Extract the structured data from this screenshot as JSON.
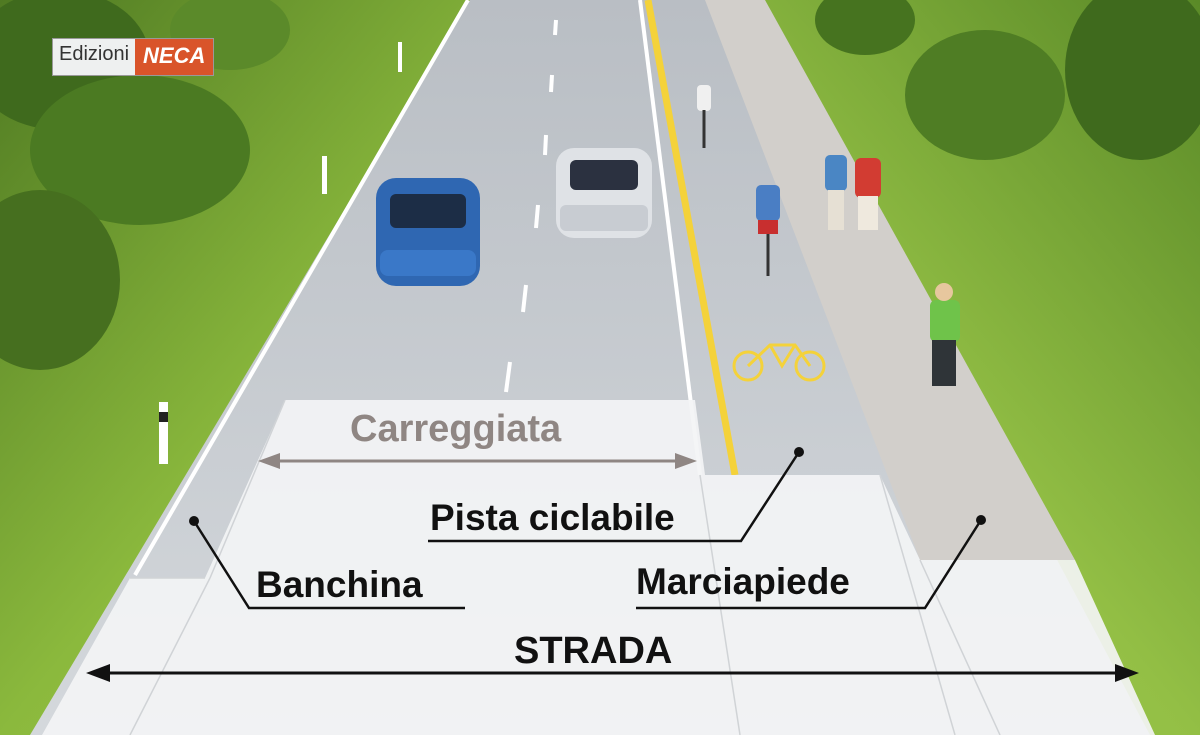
{
  "publisher": {
    "prefix": "Edizioni",
    "brand": "NECA"
  },
  "labels": {
    "carreggiata": "Carreggiata",
    "pista": "Pista ciclabile",
    "banchina": "Banchina",
    "marciapiede": "Marciapiede",
    "strada": "STRADA"
  },
  "colors": {
    "grass": "#7fa83a",
    "asphalt": "#c9cdd2",
    "overlay": "#f2f3f4",
    "bike_lane_line": "#f4d23a",
    "brand": "#d9542a",
    "carreggiata_text": "#8f8683"
  }
}
